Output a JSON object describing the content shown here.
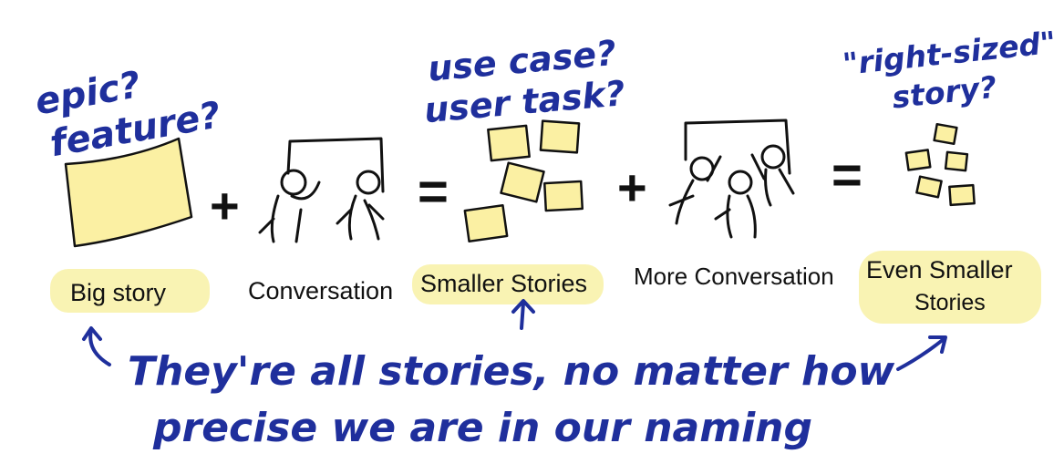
{
  "colors": {
    "ink_blue": "#1f2f9c",
    "ink_black": "#111111",
    "sticky_yellow": "#fbf0a3",
    "highlighter_yellow": "#f7ef9a"
  },
  "questions": {
    "epic_line1": "epic?",
    "epic_line2": "feature?",
    "usecase_line1": "use case?",
    "usecase_line2": "user task?",
    "rightsized_line1": "\"right-sized\"",
    "rightsized_line2": "story?"
  },
  "operators": {
    "plus1": "+",
    "equals1": "=",
    "plus2": "+",
    "equals2": "="
  },
  "labels": {
    "big_story": "Big story",
    "conversation": "Conversation",
    "smaller_stories": "Smaller Stories",
    "more_conversation": "More Conversation",
    "even_smaller_line1": "Even Smaller",
    "even_smaller_line2": "Stories"
  },
  "caption": {
    "line1": "They're all stories, no matter how",
    "line2": "precise we are in our naming"
  },
  "icons": [
    "big-sticky-note-icon",
    "people-at-whiteboard-icon",
    "sticky-notes-icon",
    "arrow-icon"
  ]
}
